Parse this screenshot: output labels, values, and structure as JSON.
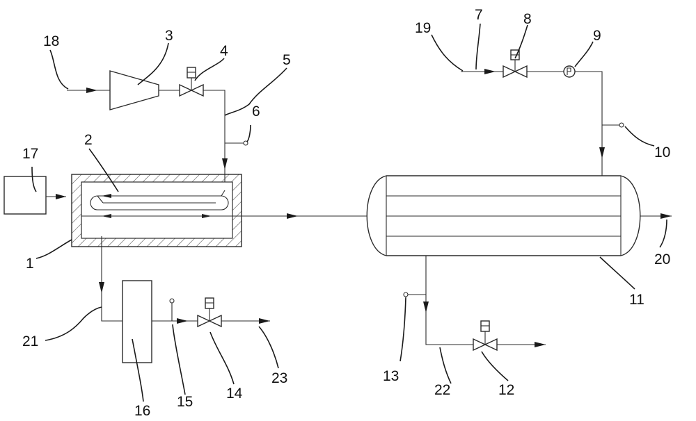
{
  "labels": {
    "l1": "1",
    "l2": "2",
    "l3": "3",
    "l4": "4",
    "l5": "5",
    "l6": "6",
    "l7": "7",
    "l8": "8",
    "l9": "9",
    "l10": "10",
    "l11": "11",
    "l12": "12",
    "l13": "13",
    "l14": "14",
    "l15": "15",
    "l16": "16",
    "l17": "17",
    "l18": "18",
    "l19": "19",
    "l20": "20",
    "l21": "21",
    "l22": "22",
    "l23": "23"
  },
  "colors": {
    "line": "#2b2b2b",
    "hatch": "#555555",
    "background": "#ffffff"
  }
}
